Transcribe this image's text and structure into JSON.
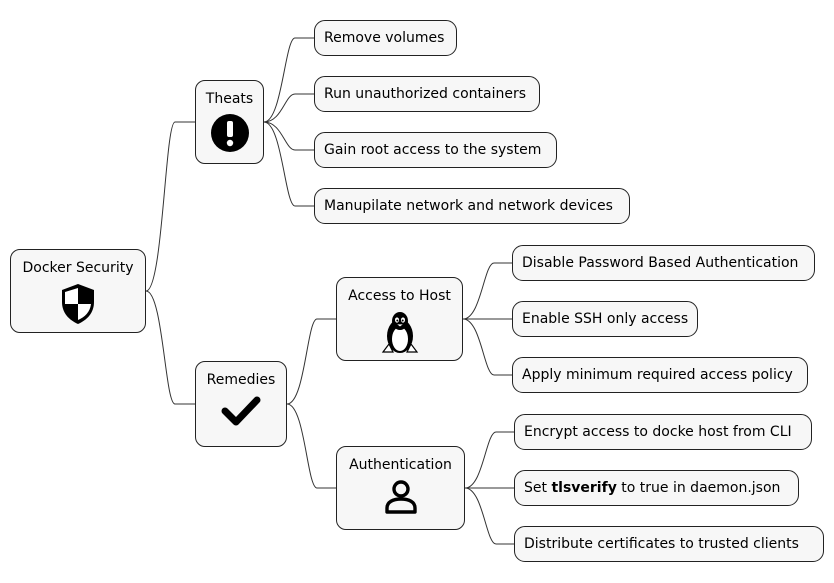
{
  "root": {
    "label": "Docker Security",
    "icon": "shield-icon"
  },
  "threats": {
    "label": "Theats",
    "icon": "exclamation-icon",
    "items": [
      "Remove volumes",
      "Run unauthorized containers",
      "Gain root access to the system",
      "Manupilate network and network devices"
    ]
  },
  "remedies": {
    "label": "Remedies",
    "icon": "checkmark-icon",
    "host": {
      "label": "Access to Host",
      "icon": "linux-penguin-icon",
      "items": [
        "Disable Password Based Authentication",
        "Enable SSH only access",
        "Apply minimum required access policy"
      ]
    },
    "auth": {
      "label": "Authentication",
      "icon": "user-icon",
      "items": [
        "Encrypt access to docke host from CLI",
        {
          "prefix": "Set ",
          "bold": "tlsverify",
          "suffix": " to true in daemon.json"
        },
        "Distribute certificates to trusted clients"
      ]
    }
  }
}
